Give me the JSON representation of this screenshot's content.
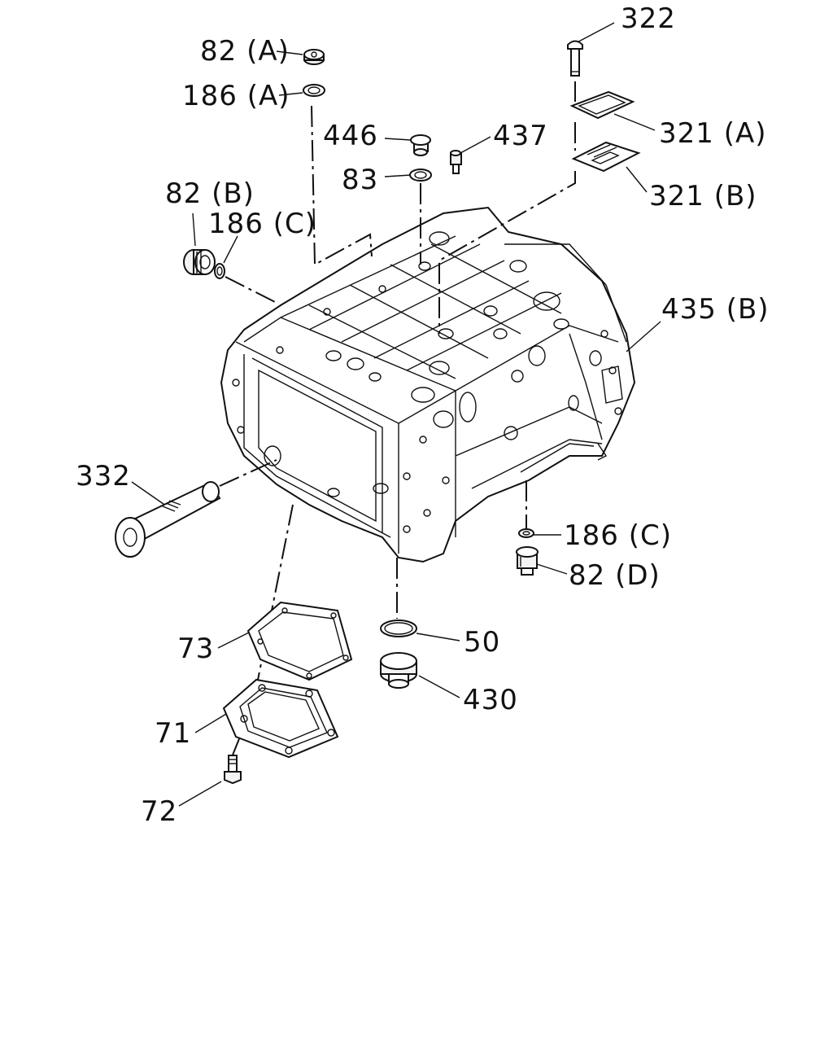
{
  "colors": {
    "line": "#111111",
    "background": "#ffffff"
  },
  "callouts": {
    "p322": "322",
    "p82a": "82 (A)",
    "p186a": "186 (A)",
    "p446": "446",
    "p437": "437",
    "p83": "83",
    "p321a": "321 (A)",
    "p321b": "321 (B)",
    "p82b": "82 (B)",
    "p186c_top": "186 (C)",
    "p435b": "435 (B)",
    "p332": "332",
    "p186c_right": "186 (C)",
    "p82d": "82 (D)",
    "p50": "50",
    "p73": "73",
    "p430": "430",
    "p71": "71",
    "p72": "72"
  }
}
